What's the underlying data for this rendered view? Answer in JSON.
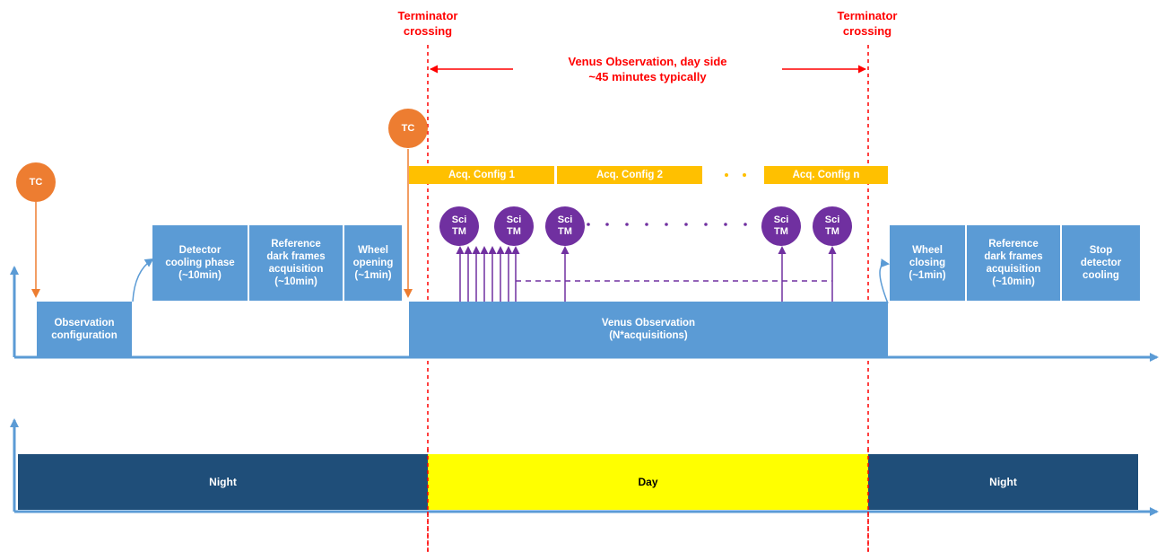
{
  "colors": {
    "box_blue": "#5b9bd5",
    "axis_blue": "#5b9bd5",
    "tc_orange": "#ed7d31",
    "acq_yellow": "#ffc000",
    "sci_purple": "#7030a0",
    "terminator_red": "#ff0000",
    "night": "#1f4e79",
    "day": "#ffff00"
  },
  "terminator_left": {
    "label": "Terminator\ncrossing"
  },
  "terminator_right": {
    "label": "Terminator\ncrossing"
  },
  "observation_span": {
    "label": "Venus Observation, day side\n~45 minutes typically"
  },
  "tc_label": "TC",
  "phases": {
    "observation_configuration": "Observation\nconfiguration",
    "detector_cooling": "Detector\ncooling phase\n(~10min)",
    "reference_dark_pre": "Reference\ndark frames\nacquisition\n(~10min)",
    "wheel_opening": "Wheel\nopening\n(~1min)",
    "venus_observation": "Venus Observation\n(N*acquisitions)",
    "wheel_closing": "Wheel\nclosing\n(~1min)",
    "reference_dark_post": "Reference\ndark frames\nacquisition\n(~10min)",
    "stop_detector_cooling": "Stop\ndetector\ncooling"
  },
  "acq_configs": [
    "Acq. Config 1",
    "Acq. Config 2",
    "Acq. Config n"
  ],
  "sci_tm_label": "Sci\nTM",
  "timeline": {
    "night_left": "Night",
    "day": "Day",
    "night_right": "Night"
  }
}
